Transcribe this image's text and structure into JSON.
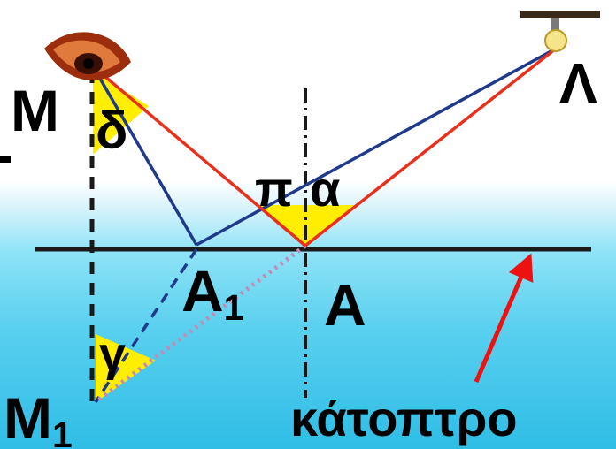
{
  "labels": {
    "M": "M",
    "delta": "δ",
    "pi": "π",
    "alpha": "α",
    "A1_main": "A",
    "A1_sub": "1",
    "A": "A",
    "gamma": "γ",
    "M1_main": "M",
    "M1_sub": "1",
    "Lambda": "Λ",
    "mirror": "κάτοπτρο"
  },
  "colors": {
    "blue_ray": "#1f3a8a",
    "red_ray": "#e8301c",
    "angle_fill": "#ffee00",
    "arrow": "#ee1111",
    "mirror_line": "#1a1a1a",
    "dotted_line": "#c48bb8"
  },
  "icons": [
    "eye-icon",
    "lamp-icon"
  ]
}
